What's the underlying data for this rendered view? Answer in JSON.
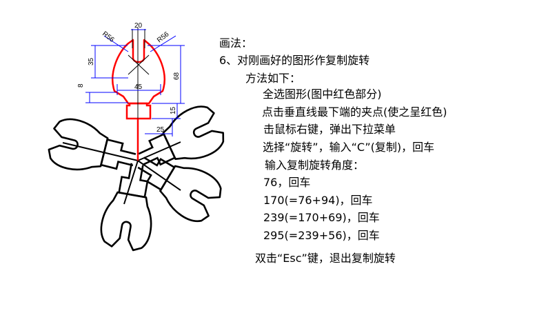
{
  "dimensions": {
    "top_width": "20",
    "radius_left": "R56",
    "radius_right": "R56",
    "height_35": "35",
    "height_68": "68",
    "height_8": "8",
    "width_45": "45",
    "height_15": "15",
    "width_25": "25"
  },
  "instructions": {
    "heading": "画法：",
    "step": "6、对刚画好的图形作复制旋转",
    "method": "方法如下：",
    "lines": [
      "全选图形(图中红色部分)",
      "点击垂直线最下端的夹点(使之呈红色)",
      "击鼠标右键，弹出下拉菜单",
      "选择“旋转”，输入“C”(复制)，回车",
      "输入复制旋转角度：",
      "76，回车",
      "170(=76+94)，回车",
      "239(=170+69)，回车",
      "295(=239+56)，回车",
      "双击“Esc”键，退出复制旋转"
    ]
  },
  "colors": {
    "highlight": "#ff0000",
    "line": "#000000",
    "dimension": "#0000ff"
  }
}
